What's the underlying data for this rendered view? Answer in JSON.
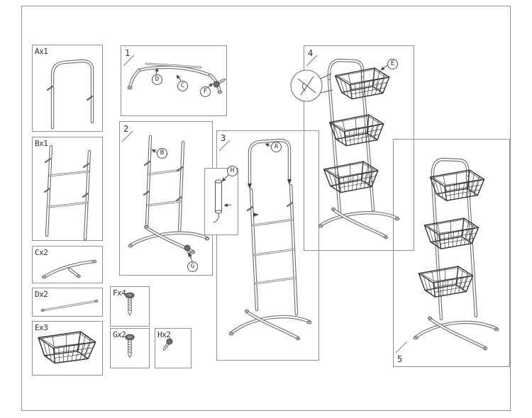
{
  "meta": {
    "line_color": "#6b6b6b",
    "dark_color": "#3a3a3a",
    "box_border": "#8f8f8f",
    "background": "#ffffff"
  },
  "parts_panel": {
    "items": [
      {
        "code": "Ax1"
      },
      {
        "code": "Bx1"
      },
      {
        "code": "Cx2"
      },
      {
        "code": "Dx2"
      },
      {
        "code": "Ex3"
      }
    ]
  },
  "hardware_panel": {
    "items": [
      {
        "code": "Fx4"
      },
      {
        "code": "Gx2"
      },
      {
        "code": "Hx2"
      }
    ]
  },
  "steps": [
    {
      "number": "1"
    },
    {
      "number": "2"
    },
    {
      "number": "3"
    },
    {
      "number": "4"
    },
    {
      "number": "5"
    }
  ],
  "callouts": {
    "A": "A",
    "B": "B",
    "C": "C",
    "D": "D",
    "E": "E",
    "F": "F",
    "G": "G",
    "H": "H"
  }
}
